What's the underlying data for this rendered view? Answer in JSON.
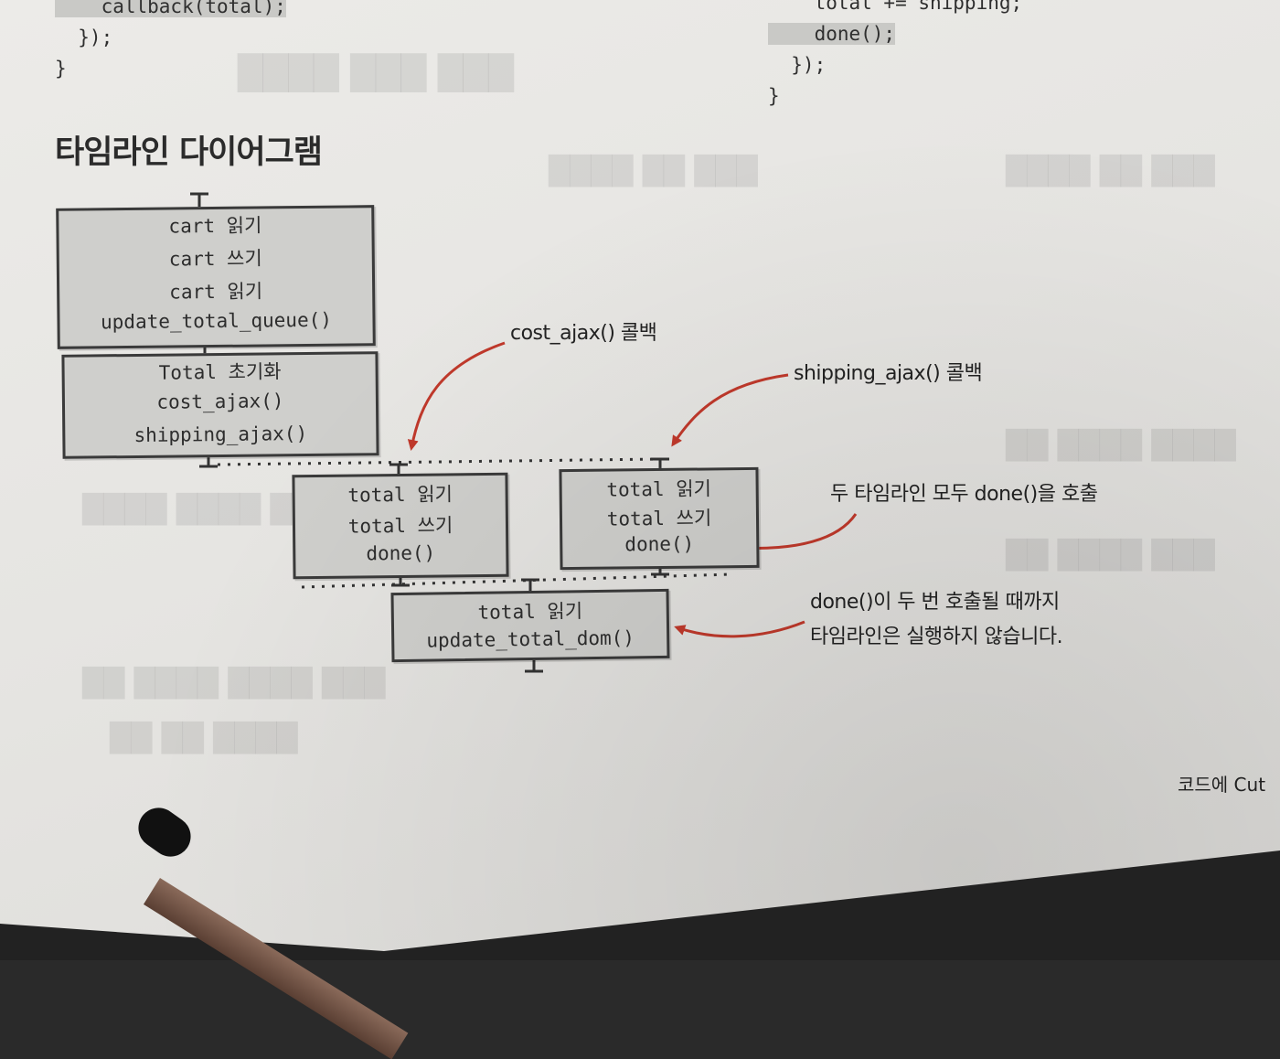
{
  "code_left": {
    "line1": "    callback(total);",
    "line2": "  });",
    "line3": "}"
  },
  "code_right": {
    "line1": "    total += shipping;",
    "line2": "    done();",
    "line3": "  });",
    "line4": "}"
  },
  "section_title": "타임라인 다이어그램",
  "boxes": {
    "left_top": [
      "cart 읽기",
      "cart 쓰기",
      "cart 읽기",
      "update_total_queue()"
    ],
    "left_second": [
      "Total 초기화",
      "cost_ajax()",
      "shipping_ajax()"
    ],
    "middle": [
      "total 읽기",
      "total 쓰기",
      "done()"
    ],
    "right": [
      "total 읽기",
      "total 쓰기",
      "done()"
    ],
    "bottom": [
      "total 읽기",
      "update_total_dom()"
    ]
  },
  "annotations": {
    "cost_callback": "cost_ajax() 콜백",
    "shipping_callback": "shipping_ajax() 콜백",
    "both_done": "두 타임라인 모두 done()을 호출",
    "wait_line1": "done()이 두 번 호출될 때까지",
    "wait_line2": "타임라인은 실행하지 않습니다."
  },
  "footer_text": "코드에 Cut",
  "colors": {
    "arrow": "#c0392b",
    "box_fill": "#cfcfcc",
    "box_border": "#3a3a3a"
  }
}
